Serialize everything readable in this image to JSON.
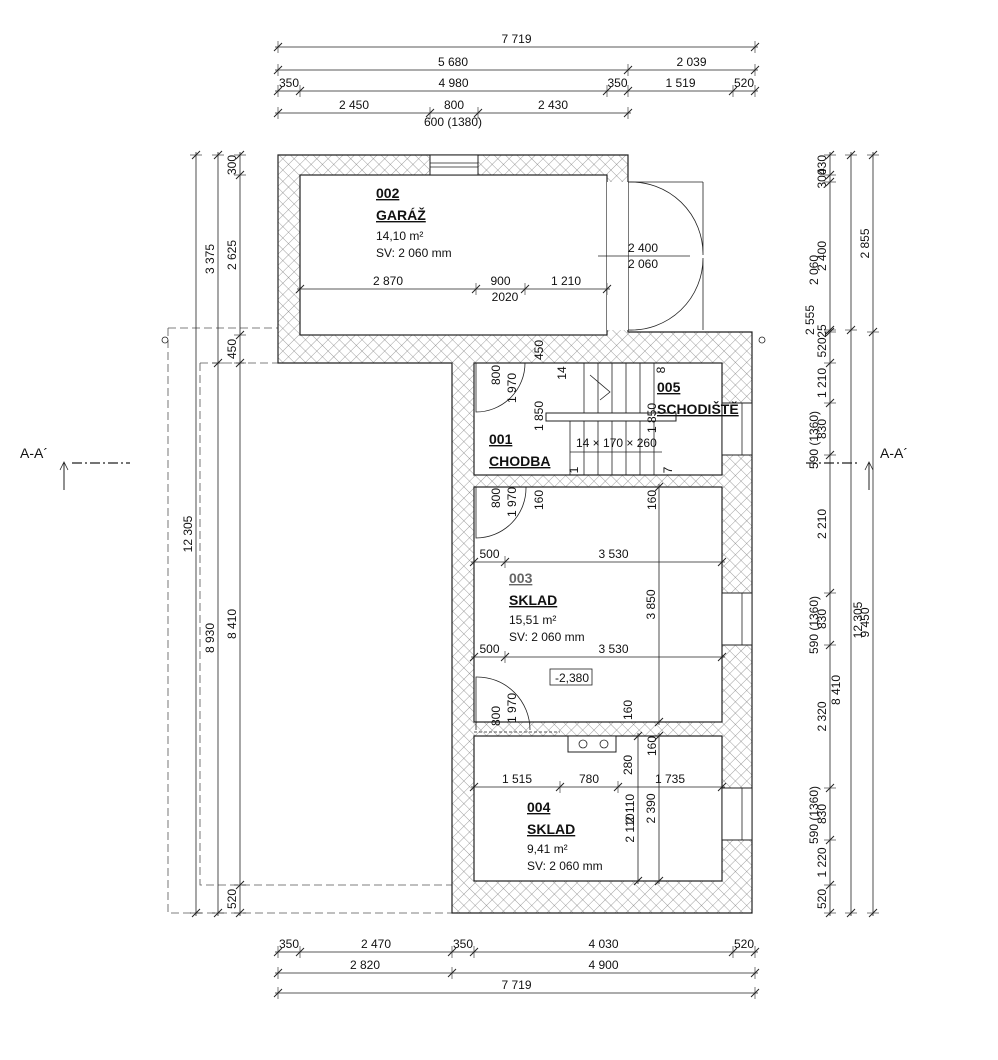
{
  "rooms": [
    {
      "id": "002",
      "name": "GARÁŽ",
      "area": "14,10 m²",
      "height": "SV: 2 060 mm"
    },
    {
      "id": "001",
      "name": "CHODBA"
    },
    {
      "id": "005",
      "name": "SCHODIŠTĚ"
    },
    {
      "id": "003",
      "name": "SKLAD",
      "area": "15,51 m²",
      "height": "SV: 2 060 mm"
    },
    {
      "id": "004",
      "name": "SKLAD",
      "area": "9,41 m²",
      "height": "SV: 2 060 mm"
    }
  ],
  "section": {
    "left": "A-A´",
    "right": "A-A´"
  },
  "level": "-2,380",
  "stairs": "14 × 170 × 260",
  "dims_top": {
    "total": "7 719",
    "row2": [
      "5 680",
      "2 039"
    ],
    "row3": [
      "350",
      "4 980",
      "350",
      "1 519",
      "520"
    ],
    "row4": [
      "2 450",
      "800",
      "2 430"
    ],
    "row4b": "600 (1380)"
  },
  "dims_bottom": {
    "row1": [
      "350",
      "2 470",
      "350",
      "4 030",
      "520"
    ],
    "row2": [
      "2 820",
      "4 900"
    ],
    "total": "7 719"
  },
  "dims_left": {
    "outer": "12 305",
    "mid": [
      "3 375",
      "8 930"
    ],
    "inner": [
      "300",
      "2 625",
      "450",
      "8 410",
      "520"
    ]
  },
  "dims_right": {
    "inner": [
      "430",
      "300",
      "2 400",
      "25",
      "520",
      "1 210",
      "830",
      "2 210",
      "830",
      "2 320",
      "830",
      "1 220",
      "520"
    ],
    "win": [
      "2 060",
      "590 (1360)",
      "590 (1360)",
      "590 (1360)"
    ],
    "mid": [
      "2 555",
      "8 410"
    ],
    "outer": [
      "2 855",
      "9 450",
      "12 305"
    ]
  },
  "dims_interior": {
    "garage_row": [
      "2 870",
      "900",
      "1 210"
    ],
    "garage_row2": "2020",
    "garage_door": [
      "2 400",
      "2 060"
    ],
    "d1": [
      "800",
      "1 970"
    ],
    "d2": [
      "800",
      "1 970"
    ],
    "d3": [
      "800",
      "1 970"
    ],
    "stair": [
      "14",
      "1 850",
      "1",
      "8",
      "1 850",
      "7",
      "450"
    ],
    "r003_a": [
      "500",
      "3 530"
    ],
    "r003_b": [
      "500",
      "3 530"
    ],
    "r003_v": [
      "160",
      "160",
      "3 850",
      "160",
      "160"
    ],
    "r004_row": [
      "1 515",
      "780",
      "1 735"
    ],
    "r004_v": [
      "280",
      "2 110",
      "2 390"
    ]
  }
}
